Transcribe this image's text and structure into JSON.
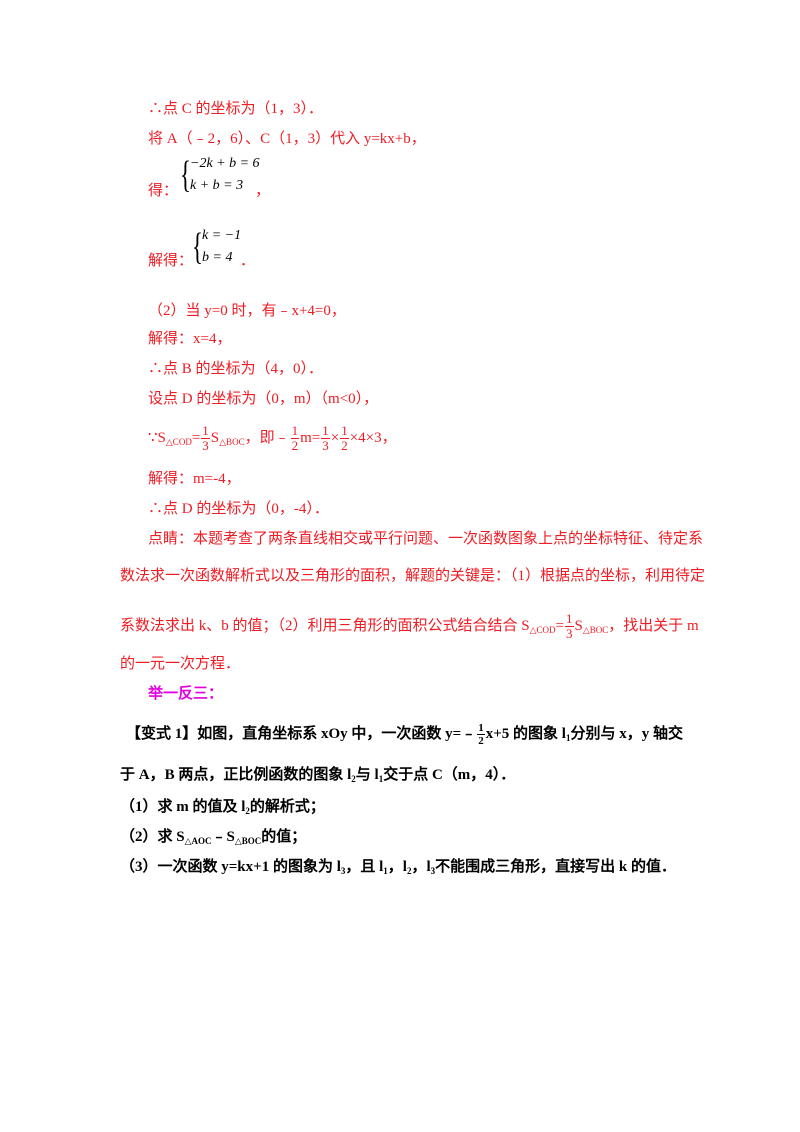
{
  "solution": {
    "l1": "∴点 C 的坐标为（1，3）．",
    "l2": "将 A（﹣2，6）、C（1，3）代入 y=kx+b，",
    "l3_prefix": "得：",
    "sys1_eq1": "−2k + b = 6",
    "sys1_eq2": "k + b = 3",
    "l3_suffix": "，",
    "l4_prefix": "解得：",
    "sys2_eq1": "k = −1",
    "sys2_eq2": "b = 4",
    "l4_suffix": "．",
    "l5": "（2）当 y=0 时，有﹣x+4=0，",
    "l6": "解得：x=4，",
    "l7": "∴点 B 的坐标为（4，0）．",
    "l8": "设点 D 的坐标为（0，m）（m<0），",
    "l9_a": "∵S",
    "l9_sub1": "△COD",
    "l9_b": "=",
    "frac_1": "1",
    "frac_3": "3",
    "frac_2": "2",
    "l9_sub2": "△BOC",
    "l9_c": "S",
    "l9_d": "，即﹣",
    "l9_e": "m=",
    "l9_f": "×",
    "l9_g": "×4×3，",
    "l10": "解得：m=-4，",
    "l11": "∴点 D 的坐标为（0，-4）．"
  },
  "comment": {
    "line1": "点睛：本题考查了两条直线相交或平行问题、一次函数图象上点的坐标特征、待定系",
    "line2": "数法求一次函数解析式以及三角形的面积，解题的关键是：（1）根据点的坐标，利用待定",
    "line3_a": "系数法求出 k、b 的值；（2）利用三角形的面积公式结合结合 S",
    "line3_sub1": "△COD",
    "line3_b": "=",
    "line3_sub2": "△BOC",
    "line3_c": "S",
    "line3_d": "，找出关于 m",
    "line4": "的一元一次方程．"
  },
  "section_title": "举一反三：",
  "variant": {
    "line1_a": "【变式 1】如图，直角坐标系 xOy 中，一次函数 y=﹣",
    "line1_b": "x+5 的图象 l",
    "line1_sub1": "1",
    "line1_c": "分别与 x，y 轴交",
    "line2_a": "于 A，B 两点，正比例函数的图象 l",
    "line2_sub2": "2",
    "line2_b": "与 l",
    "line2_sub1": "1",
    "line2_c": "交于点 C（m，4）．",
    "q1_a": "（1）求 m 的值及 l",
    "q1_sub": "2",
    "q1_b": "的解析式；",
    "q2_a": "（2）求 S",
    "q2_sub1": "△AOC",
    "q2_b": "﹣S",
    "q2_sub2": "△BOC",
    "q2_c": "的值；",
    "q3_a": "（3）一次函数 y=kx+1 的图象为 l",
    "q3_sub3": "3",
    "q3_b": "，且 l",
    "q3_sub1": "1",
    "q3_c": "，l",
    "q3_sub2": "2",
    "q3_d": "，l",
    "q3_e": "不能围成三角形，直接写出 k 的值．"
  }
}
